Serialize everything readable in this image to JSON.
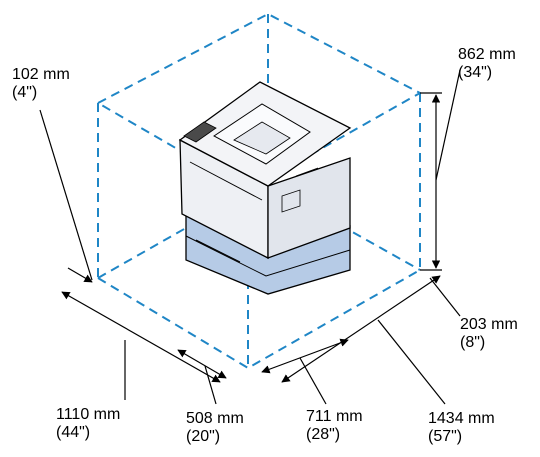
{
  "dimensions": {
    "top_clearance": {
      "metric": "102 mm",
      "imperial": "(4\")"
    },
    "height": {
      "metric": "862 mm",
      "imperial": "(34\")"
    },
    "bottom_rear": {
      "metric": "203 mm",
      "imperial": "(8\")"
    },
    "total_depth": {
      "metric": "1110 mm",
      "imperial": "(44\")"
    },
    "front_clearance": {
      "metric": "508 mm",
      "imperial": "(20\")"
    },
    "printer_width": {
      "metric": "711 mm",
      "imperial": "(28\")"
    },
    "total_width": {
      "metric": "1434 mm",
      "imperial": "(57\")"
    }
  },
  "colors": {
    "clearance_box": "#1f86c6",
    "printer_body": "#e9ecf1",
    "printer_tray": "#b6cbe6",
    "dimension_lines": "#000000"
  }
}
